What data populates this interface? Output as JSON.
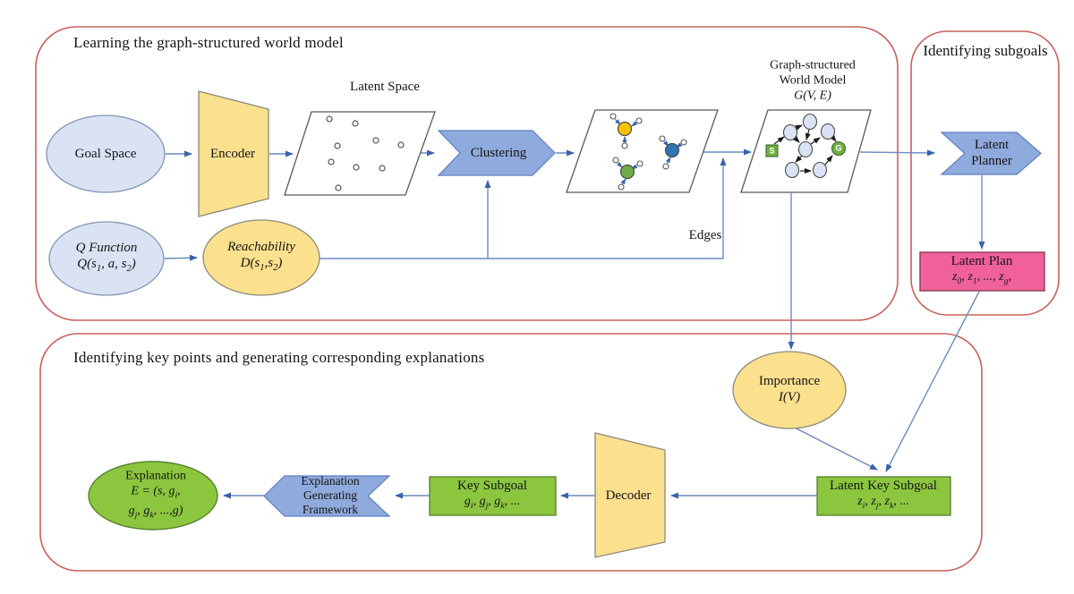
{
  "sections": {
    "learning": {
      "title": "Learning the graph-structured world model"
    },
    "subgoals": {
      "title": "Identifying subgoals"
    },
    "explaining": {
      "title": "Identifying key points and generating corresponding explanations"
    }
  },
  "nodes": {
    "goal_space": {
      "label": "Goal Space"
    },
    "encoder": {
      "label": "Encoder"
    },
    "latent_space": {
      "title": "Latent Space"
    },
    "clustering": {
      "label": "Clustering"
    },
    "world_model": {
      "title_line1": "Graph-structured",
      "title_line2": "World Model",
      "formula": "G(V, E)",
      "start_marker": "S",
      "goal_marker": "G"
    },
    "q_function": {
      "name": "Q Function",
      "formula": "Q(s<sub>1</sub>, a, s<sub>2</sub>)"
    },
    "reachability": {
      "name": "Reachability",
      "formula": "D(s<sub>1</sub>,s<sub>2</sub>)"
    },
    "edges": {
      "label": "Edges"
    },
    "latent_planner": {
      "line1": "Latent",
      "line2": "Planner"
    },
    "latent_plan": {
      "name": "Latent Plan",
      "formula": "z<sub>0</sub>, z<sub>1</sub>, ..., z<sub>g</sub>,"
    },
    "importance": {
      "name": "Importance",
      "formula": "I(V)"
    },
    "latent_key_subgoal": {
      "name": "Latent Key Subgoal",
      "formula": "z<sub>i</sub>, z<sub>j</sub>, z<sub>k</sub>, ..."
    },
    "decoder": {
      "label": "Decoder"
    },
    "key_subgoal": {
      "name": "Key Subgoal",
      "formula": "g<sub>i</sub>, g<sub>j</sub>, g<sub>k</sub>, ..."
    },
    "explanation_framework": {
      "line1": "Explanation",
      "line2": "Generating",
      "line3": "Framework"
    },
    "explanation": {
      "name": "Explanation",
      "formula_line1": "E = (s, g<sub>i</sub>,",
      "formula_line2": "g<sub>j</sub>, g<sub>k</sub>, ...,g)"
    }
  },
  "colors": {
    "container_border": "#c9605b",
    "flow_line": "#6b8cbf",
    "arrow_head": "#3a62ad",
    "blue_fill": "#dae3f3",
    "blue_stroke": "#7f96b4",
    "yellow_fill": "#fbe08e",
    "yellow_stroke": "#8a8a7a",
    "chevron_fill": "#8faadc",
    "chevron_stroke": "#5f7fc0",
    "green_fill": "#8cc63f",
    "green_stroke": "#55802c",
    "pink_fill": "#f0619b",
    "pink_stroke": "#8b3a52",
    "panel_fill": "#ffffff",
    "panel_stroke": "#595959",
    "node_fill": "#dae3f3",
    "node_stroke": "#4a4a4a",
    "graph_edge": "#1a1a1a",
    "cluster_orange": "#ffc000",
    "cluster_blue": "#2e75b6",
    "cluster_green": "#70ad47",
    "marker_green": "#70ad47",
    "marker_green_stroke": "#3e6b28",
    "dot_stroke": "#555555"
  }
}
